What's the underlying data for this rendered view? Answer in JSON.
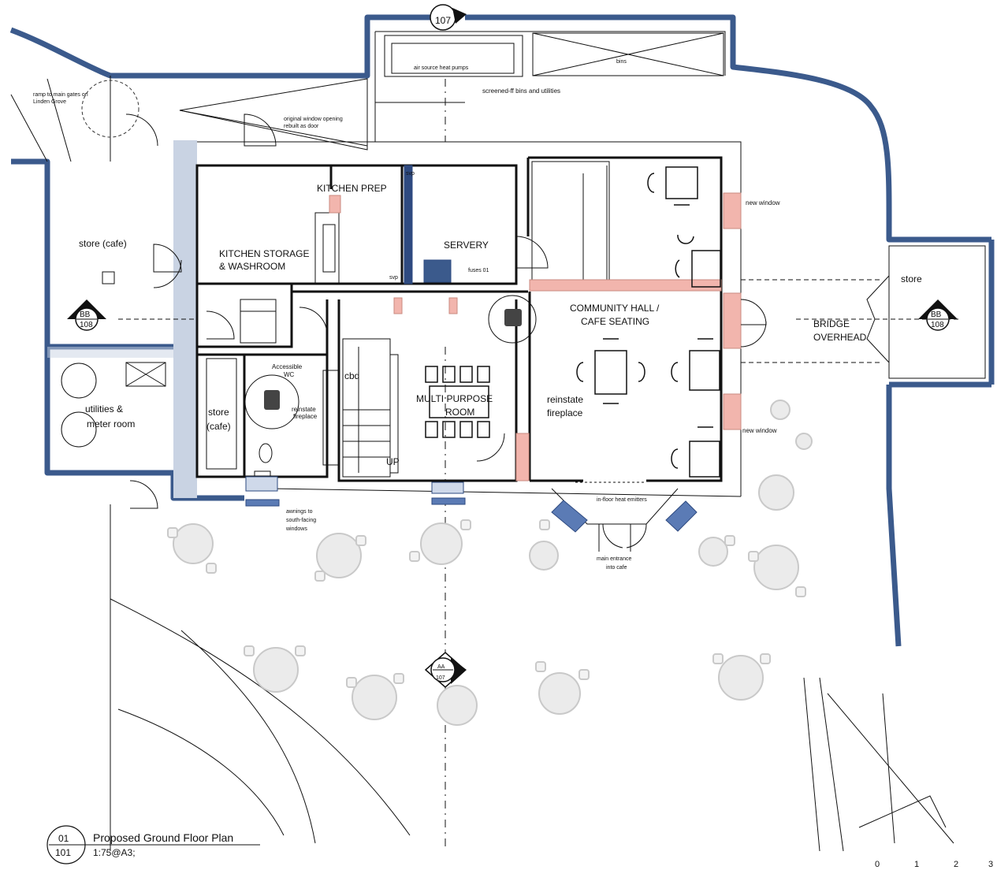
{
  "title_block": {
    "drawing_no": "01",
    "sheet_no": "101",
    "title": "Proposed Ground Floor Plan",
    "scale": "1:75@A3;"
  },
  "scale_bar": [
    "0",
    "1",
    "2",
    "3"
  ],
  "rooms": {
    "kitchen_prep": "KITCHEN PREP",
    "kitchen_storage_l1": "KITCHEN STORAGE",
    "kitchen_storage_l2": "& WASHROOM",
    "servery": "SERVERY",
    "community_l1": "COMMUNITY HALL /",
    "community_l2": "CAFE SEATING",
    "multi_l1": "MULTI PURPOSE",
    "multi_l2": "ROOM",
    "store_cafe_top": "store (cafe)",
    "store_cafe_mid_l1": "store",
    "store_cafe_mid_l2": "(cafe)",
    "utilities_l1": "utilities &",
    "utilities_l2": "meter room",
    "store_right": "store",
    "bridge_l1": "BRIDGE",
    "bridge_l2": "OVERHEAD",
    "reinstate_l1": "reinstate",
    "reinstate_l2": "fireplace",
    "accessible_l1": "Accessible",
    "accessible_l2": "WC",
    "reinstate_small_l1": "reinstate",
    "reinstate_small_l2": "fireplace",
    "cbd": "cbd",
    "up": "UP"
  },
  "notes": {
    "air_source": "air source heat pumps",
    "bins": "bins",
    "screened": "screened-ff bins and utilities",
    "ramp_l1": "ramp to main gates on",
    "ramp_l2": "Linden Grove",
    "window_l1": "original window opening",
    "window_l2": "rebuilt as door",
    "new_window_1": "new window",
    "new_window_2": "new window",
    "awnings_l1": "awnings to",
    "awnings_l2": "south-facing",
    "awnings_l3": "windows",
    "underfloor": "in-floor heat emitters",
    "entrance_l1": "main entrance",
    "entrance_l2": "into cafe",
    "fuses": "fuses 01",
    "svp1": "svp",
    "svp2": "svp"
  },
  "section_markers": {
    "aa_top": "107",
    "aa_bottom_code": "AA",
    "aa_bottom_sheet": "107",
    "bb_left_code": "BB",
    "bb_left_sheet": "108",
    "bb_right_code": "BB",
    "bb_right_sheet": "108"
  },
  "colors": {
    "boundary": "#3b5a8c",
    "boundary_light": "#c9d3e3",
    "proposed": "#f2b5ad",
    "wall": "#111111"
  }
}
